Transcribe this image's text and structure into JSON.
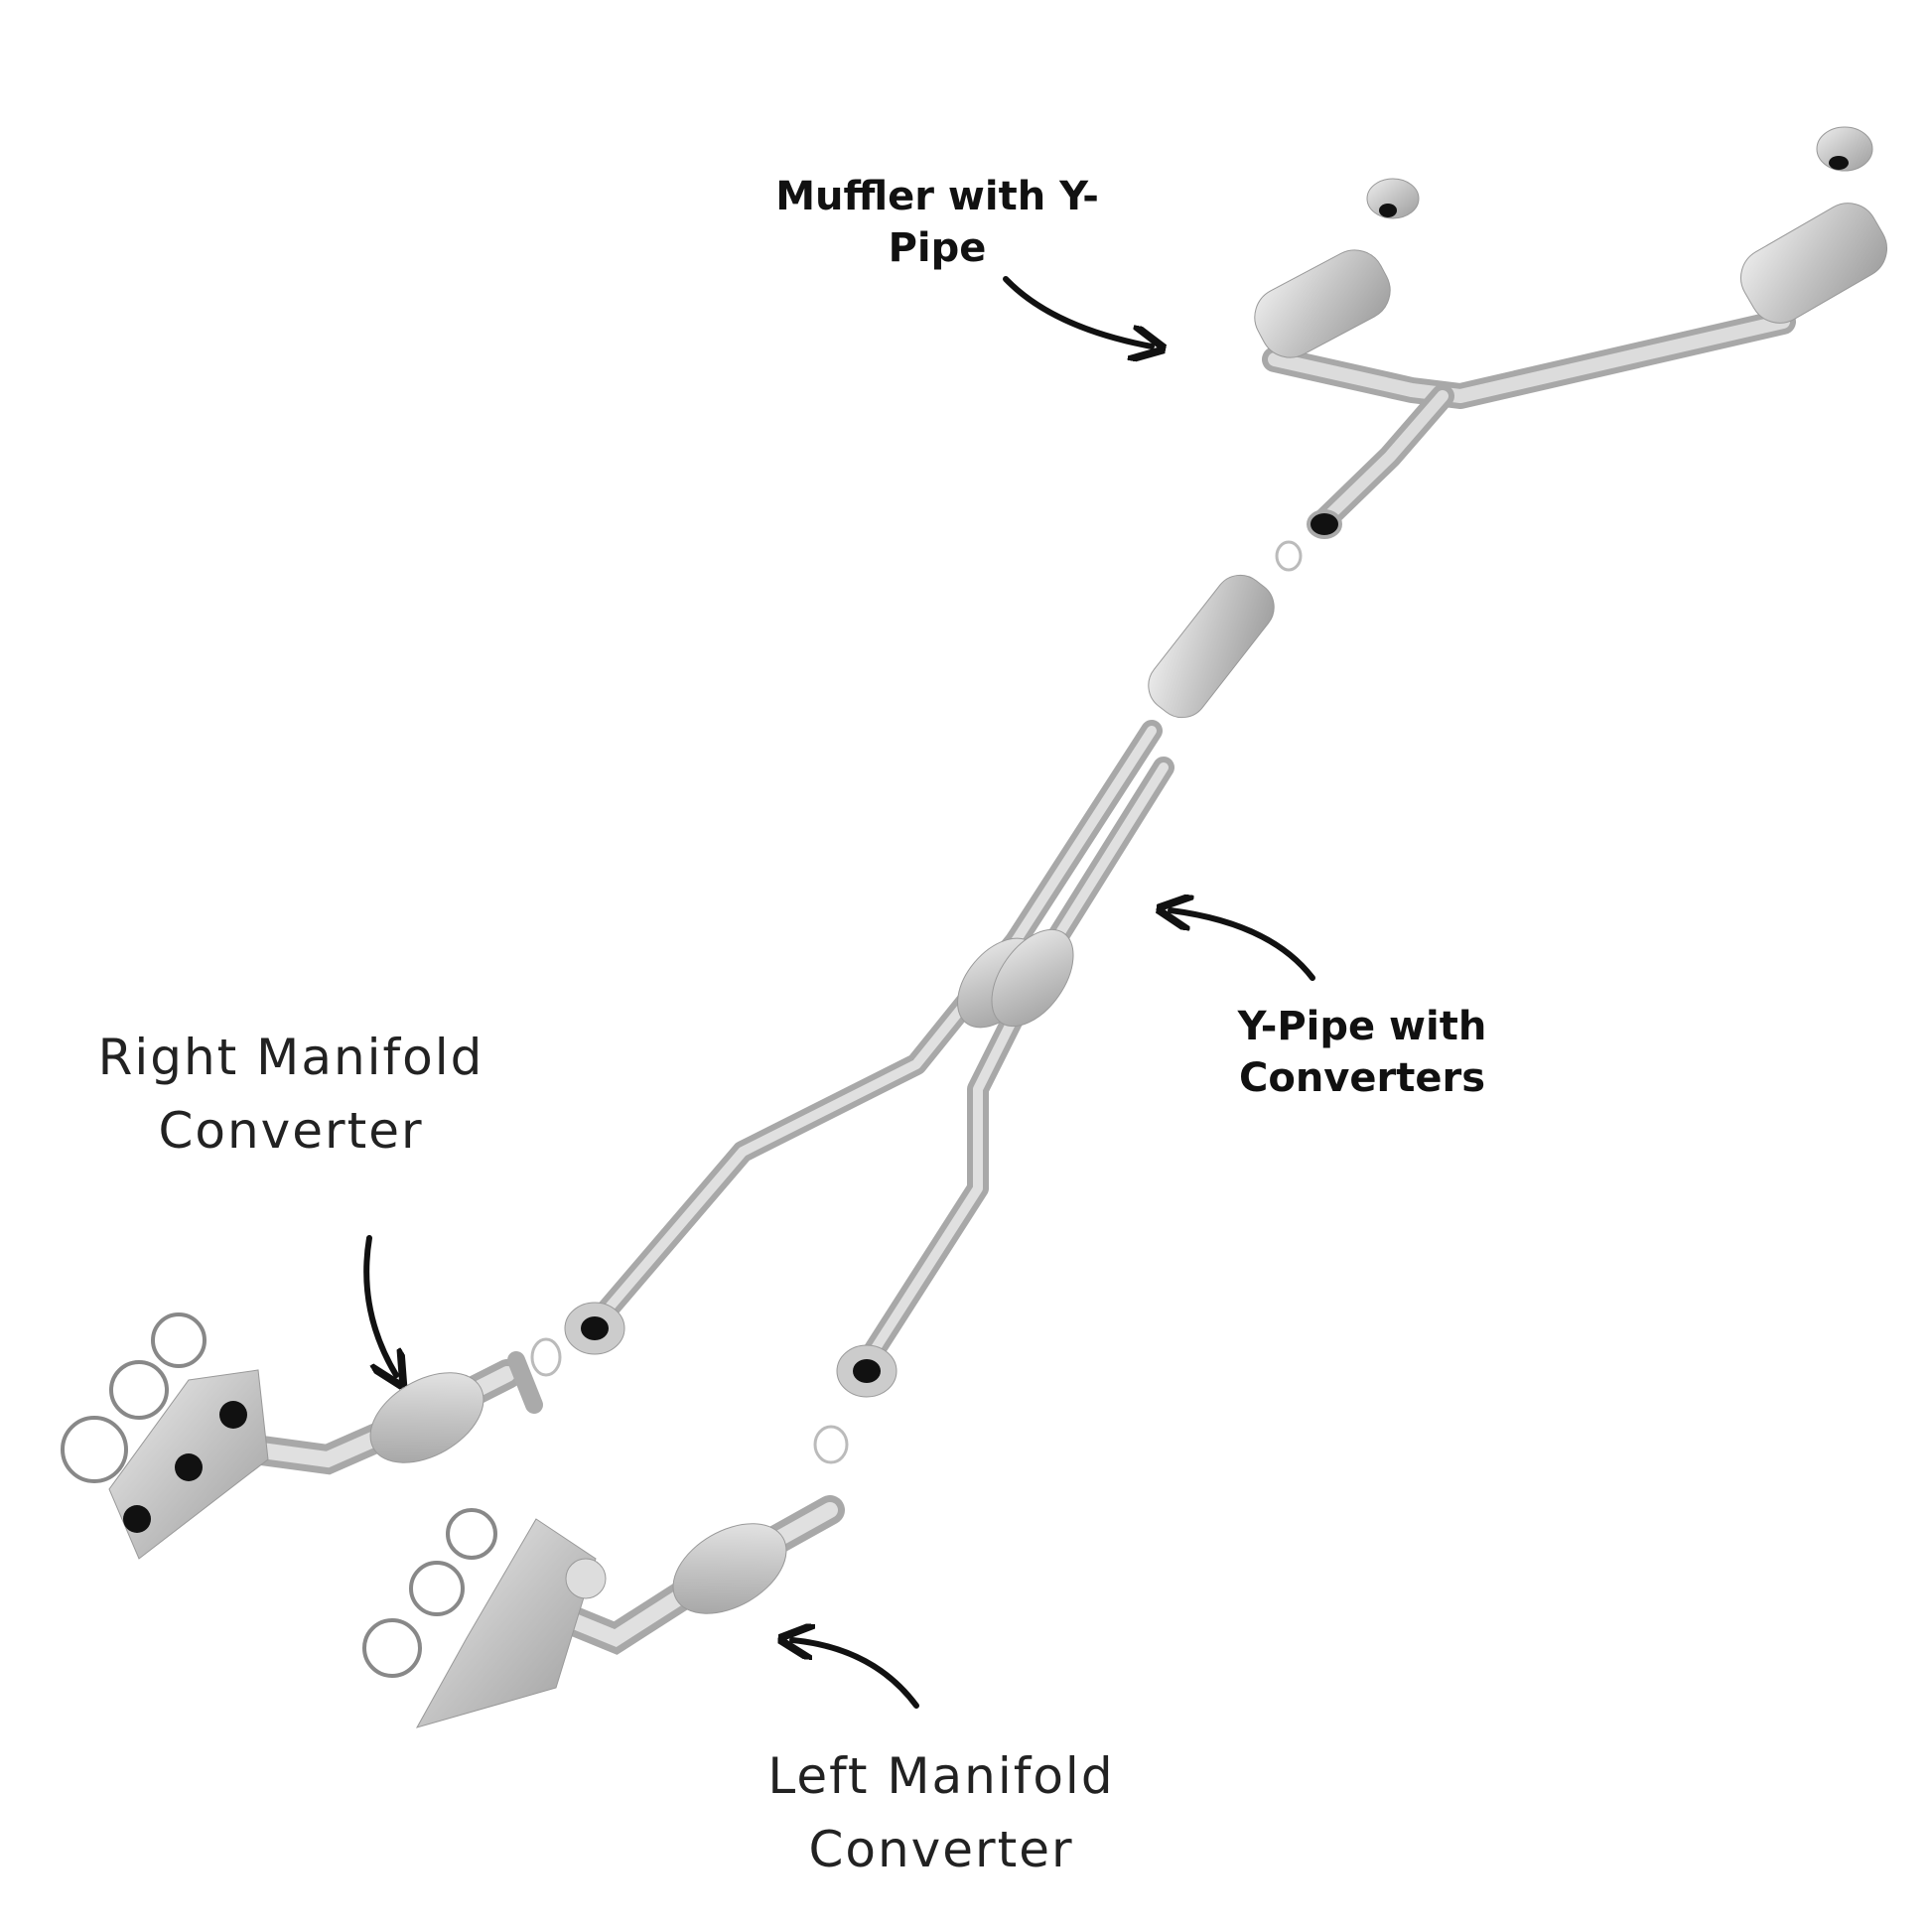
{
  "labels": {
    "muffler": {
      "line1": "Muffler with  Y-",
      "line2": "Pipe"
    },
    "y_pipe": {
      "line1": "Y-Pipe with",
      "line2": "Converters"
    },
    "right_manifold": {
      "line1": "Right Manifold",
      "line2": "Converter"
    },
    "left_manifold": {
      "line1": "Left Manifold",
      "line2": "Converter"
    }
  },
  "colors": {
    "metal": "#c9c9c9",
    "metal_dark": "#9a9a9a",
    "text": "#111111"
  }
}
